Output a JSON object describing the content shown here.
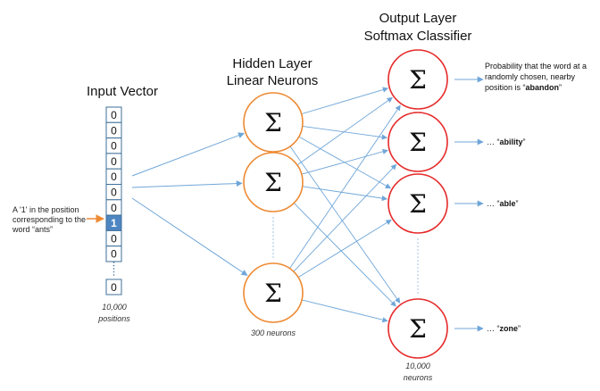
{
  "input_layer": {
    "title": "Input Vector",
    "cells": [
      "0",
      "0",
      "0",
      "0",
      "0",
      "0",
      "0",
      "1",
      "0",
      "0"
    ],
    "last_cell": "0",
    "active_index": 7,
    "caption_line1": "10,000",
    "caption_line2": "positions"
  },
  "input_note": {
    "line1": "A '1' in the position",
    "line2": "corresponding to the",
    "line3": "word “ants”"
  },
  "hidden_layer": {
    "title_line1": "Hidden Layer",
    "title_line2": "Linear Neurons",
    "symbol": "Σ",
    "caption": "300 neurons"
  },
  "output_layer": {
    "title_line1": "Output Layer",
    "title_line2": "Softmax Classifier",
    "symbol": "Σ",
    "caption_line1": "10,000",
    "caption_line2": "neurons"
  },
  "output_labels": {
    "first_line1": "Probability that the word at a",
    "first_line2": "randomly chosen, nearby",
    "first_line3_prefix": "position is “",
    "first_word": "abandon",
    "closing_quote": "”",
    "ellipsis_prefix": "… “",
    "words": [
      "ability",
      "able",
      "zone"
    ]
  },
  "colors": {
    "arrow": "#6fa6d8",
    "hidden_stroke": "#ee8a33",
    "output_stroke": "#e62a2a",
    "cell_stroke": "#3e6f98",
    "cell_active_fill": "#4e86c2",
    "cell_text": "#111111",
    "note_arrow": "#ee8a33",
    "dots": "#9bbce0"
  }
}
